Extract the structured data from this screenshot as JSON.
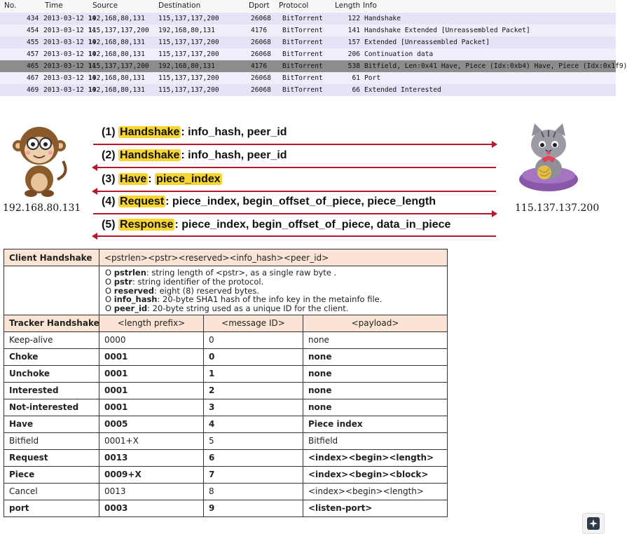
{
  "packet_list": {
    "columns": [
      "No.",
      "Time",
      "Source",
      "Destination",
      "Dport",
      "Protocol",
      "Length",
      "Info"
    ],
    "rows": [
      {
        "no": "434",
        "time": "2013-03-12 14",
        "src": "192,168,80,131",
        "dst": "115,137,137,200",
        "dport": "26068",
        "proto": "BitTorrent",
        "len": "122",
        "info": "Handshake"
      },
      {
        "no": "454",
        "time": "2013-03-12 14",
        "src": "115,137,137,200",
        "dst": "192,168,80,131",
        "dport": "4176",
        "proto": "BitTorrent",
        "len": "141",
        "info": "Handshake  Extended  [Unreassembled Packet]"
      },
      {
        "no": "455",
        "time": "2013-03-12 14",
        "src": "192,168,80,131",
        "dst": "115,137,137,200",
        "dport": "26068",
        "proto": "BitTorrent",
        "len": "157",
        "info": "Extended  [Unreassembled Packet]"
      },
      {
        "no": "457",
        "time": "2013-03-12 14",
        "src": "192,168,80,131",
        "dst": "115,137,137,200",
        "dport": "26068",
        "proto": "BitTorrent",
        "len": "206",
        "info": "Continuation data"
      },
      {
        "no": "465",
        "time": "2013-03-12 14",
        "src": "115,137,137,200",
        "dst": "192,168,80,131",
        "dport": "4176",
        "proto": "BitTorrent",
        "len": "538",
        "info": "Bitfield, Len:0x41  Have, Piece (Idx:0xb4)  Have, Piece (Idx:0x1f9)"
      },
      {
        "no": "467",
        "time": "2013-03-12 14",
        "src": "192,168,80,131",
        "dst": "115,137,137,200",
        "dport": "26068",
        "proto": "BitTorrent",
        "len": "61",
        "info": "Port"
      },
      {
        "no": "469",
        "time": "2013-03-12 14",
        "src": "192,168,80,131",
        "dst": "115,137,137,200",
        "dport": "26068",
        "proto": "BitTorrent",
        "len": "66",
        "info": "Extended  Interested"
      }
    ],
    "selected_no": "465"
  },
  "diagram": {
    "client_ip": "192.168.80.131",
    "peer_ip": "115.137.137.200",
    "client_icon": "monkey-icon",
    "peer_icon": "cat-icon",
    "messages": [
      {
        "num": "(1)",
        "name": "Handshake",
        "sep": ":",
        "rest": " info_hash, peer_id",
        "hl_rest": "",
        "dir": "right"
      },
      {
        "num": "(2)",
        "name": "Handshake",
        "sep": ":",
        "rest": " info_hash, peer_id",
        "hl_rest": "",
        "dir": "left"
      },
      {
        "num": "(3)",
        "name": "Have",
        "sep": ":",
        "rest": " ",
        "hl_rest": "piece_index",
        "dir": "left"
      },
      {
        "num": "(4)",
        "name": "Request",
        "sep": ":",
        "rest": " piece_index, begin_offset_of_piece, piece_length",
        "hl_rest": "",
        "dir": "right"
      },
      {
        "num": "(5)",
        "name": "Response",
        "sep": ":",
        "rest": " piece_index, begin_offset_of_piece, data_in_piece",
        "hl_rest": "",
        "dir": "left"
      }
    ],
    "arrow_color": "#b5172b",
    "highlight_color": "#f8d531"
  },
  "spec_table": {
    "client_handshake": {
      "label": "Client Handshake",
      "format": "<pstrlen><pstr><reserved><info_hash><peer_id>",
      "fields": [
        {
          "bullet": "O ",
          "name": "pstrlen",
          "text": ": string length of <pstr>, as a single raw byte ."
        },
        {
          "bullet": "O ",
          "name": "pstr",
          "text": ": string identifier of the protocol."
        },
        {
          "bullet": "O ",
          "name": "reserved",
          "text": ": eight (8) reserved bytes."
        },
        {
          "bullet": "O ",
          "name": "info_hash",
          "text": ": 20-byte SHA1 hash of the info key in the metainfo file."
        },
        {
          "bullet": "O ",
          "name": "peer_id",
          "text": ": 20-byte string used as a unique ID for the client."
        }
      ]
    },
    "tracker_header": [
      "Tracker Handshake",
      "<length prefix>",
      "<message ID>",
      "<payload>"
    ],
    "messages": [
      {
        "name": "Keep-alive",
        "len": "0000",
        "id": "0",
        "payload": "none",
        "bold": false
      },
      {
        "name": "Choke",
        "len": "0001",
        "id": "0",
        "payload": "none",
        "bold": true
      },
      {
        "name": "Unchoke",
        "len": "0001",
        "id": "1",
        "payload": "none",
        "bold": true
      },
      {
        "name": "Interested",
        "len": "0001",
        "id": "2",
        "payload": "none",
        "bold": true
      },
      {
        "name": "Not-interested",
        "len": "0001",
        "id": "3",
        "payload": "none",
        "bold": true
      },
      {
        "name": "Have",
        "len": "0005",
        "id": "4",
        "payload": "Piece index",
        "bold": true
      },
      {
        "name": "Bitfield",
        "len": "0001+X",
        "id": "5",
        "payload": "Bitfield",
        "bold": false
      },
      {
        "name": "Request",
        "len": "0013",
        "id": "6",
        "payload": "<index><begin><length>",
        "bold": true
      },
      {
        "name": "Piece",
        "len": "0009+X",
        "id": "7",
        "payload": "<index><begin><block>",
        "bold": true
      },
      {
        "name": "Cancel",
        "len": "0013",
        "id": "8",
        "payload": "<index><begin><length>",
        "bold": false
      },
      {
        "name": "port",
        "len": "0003",
        "id": "9",
        "payload": "<listen-port>",
        "bold": true
      }
    ],
    "header_bg": "#fbe4d5"
  },
  "corner_button_icon": "sparkle-icon"
}
